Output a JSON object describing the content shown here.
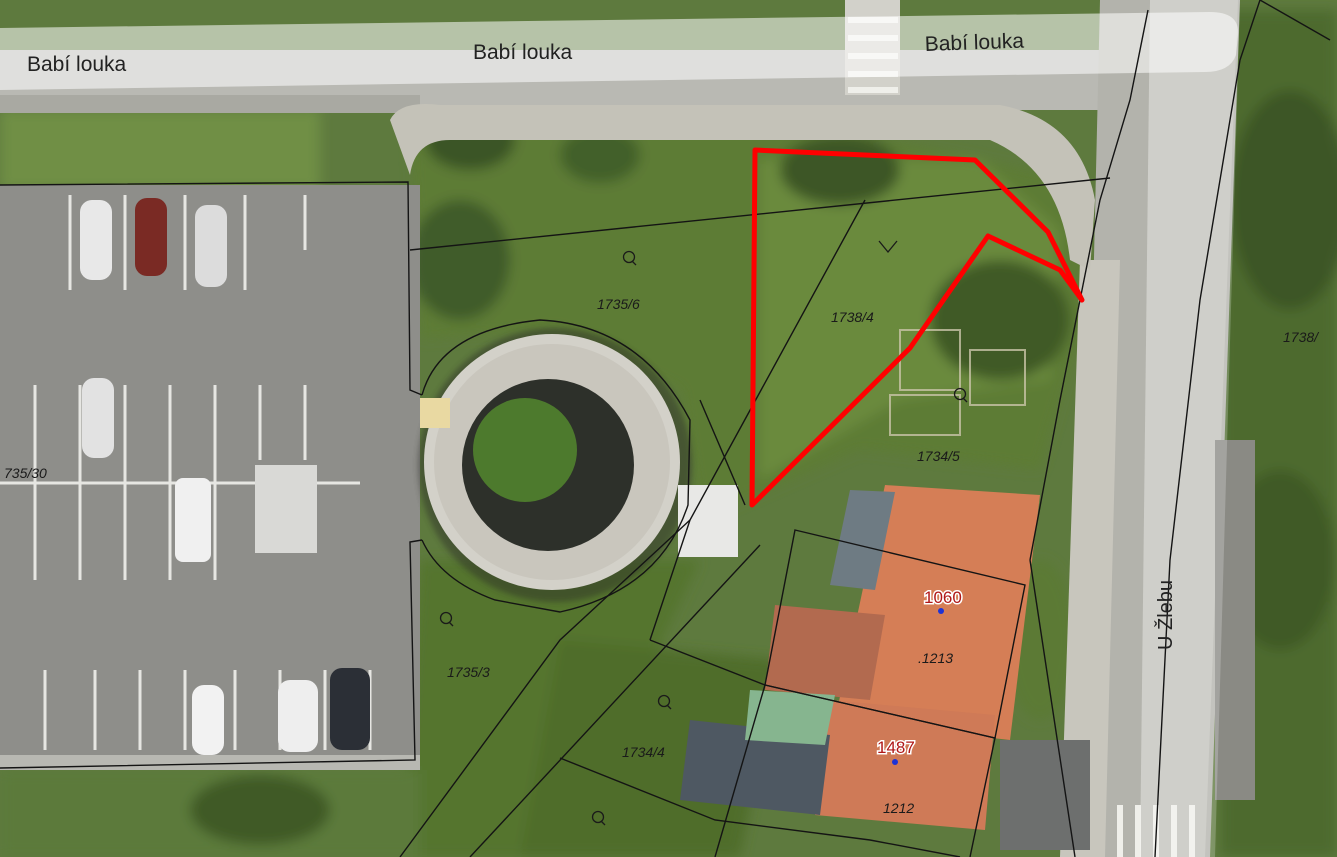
{
  "map": {
    "streets": {
      "babi_louka_1": "Babí louka",
      "babi_louka_2": "Babí louka",
      "babi_louka_3": "Babí louka",
      "u_zlebu": "U Žlebu"
    },
    "parcels": {
      "p_1735_30": "735/30",
      "p_1735_6": "1735/6",
      "p_1738_4": "1738/4",
      "p_1738_right": "1738/",
      "p_1734_5": "1734/5",
      "p_1735_3": "1735/3",
      "p_1734_4": "1734/4",
      "p_1213": "1213",
      "p_1212": "1212"
    },
    "house_numbers": {
      "h_1060": "1060",
      "h_1487": "1487"
    },
    "colors": {
      "highlight": "#ff0000",
      "parcel_boundary": "#141414",
      "house_number": "#b01818",
      "address_point": "#1d33d6"
    }
  }
}
